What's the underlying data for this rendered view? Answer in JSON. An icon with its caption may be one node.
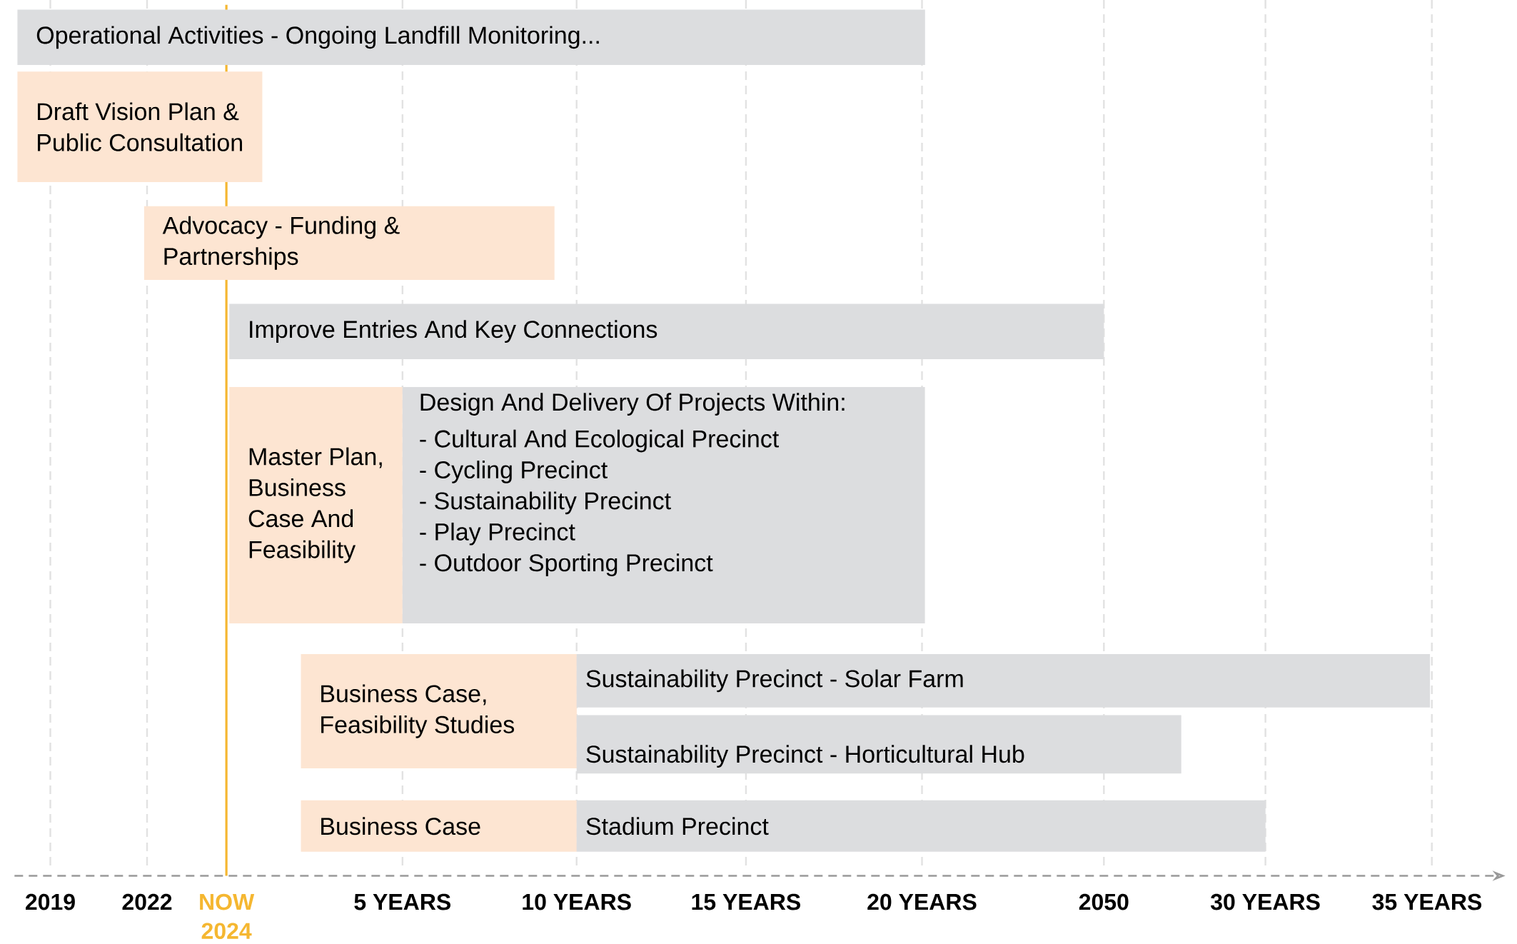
{
  "diagram": {
    "nodes": [
      {
        "text": [
          "Operational Activities - Ongoing Landfill Monitoring..."
        ]
      },
      {
        "text": [
          "Draft Vision Plan & Public Consultation"
        ]
      },
      {
        "text": [
          "Advocacy - Funding & Partnerships"
        ]
      },
      {
        "text": [
          "Improve Entries And Key Connections"
        ]
      },
      {
        "text": [
          "Master Plan, Business Case And Feasibility"
        ]
      },
      {
        "text": [
          "Design And Delivery Of Projects Within:",
          "- Cultural And Ecological Precinct",
          "- Cycling Precinct",
          "- Sustainability Precinct",
          "- Play Precinct",
          "- Outdoor Sporting Precinct"
        ]
      },
      {
        "text": [
          "Business Case, Feasibility Studies"
        ]
      },
      {
        "text": [
          "Sustainability Precinct - Solar Farm"
        ]
      },
      {
        "text": [
          "Sustainability Precinct - Horticultural Hub"
        ]
      },
      {
        "text": [
          "Business Case"
        ]
      },
      {
        "text": [
          "Stadium Precinct"
        ]
      }
    ],
    "labels": [
      "2019",
      "2022",
      "NOW",
      "2024",
      "5 YEARS",
      "10 YEARS",
      "15 YEARS",
      "20 YEARS",
      "2050",
      "30 YEARS",
      "35 YEARS"
    ]
  }
}
